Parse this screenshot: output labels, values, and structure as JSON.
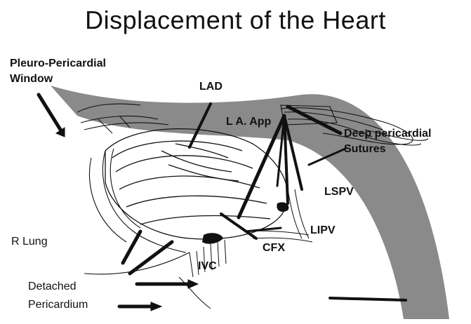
{
  "title": "Displacement of the Heart",
  "labels": {
    "pleuro_line1": "Pleuro-Pericardial",
    "pleuro_line2": "Window",
    "lad": "LAD",
    "la_app": "L A. App",
    "deep_line1": "Deep pericardial",
    "deep_line2": "Sutures",
    "lspv": "LSPV",
    "lipv": "LIPV",
    "r_lung": "R Lung",
    "cfx": "CFX",
    "ivc": "IVC",
    "detached_line1": "Detached",
    "detached_line2": "Pericardium"
  },
  "colors": {
    "band": "#8a8a8a",
    "ink": "#111111",
    "background": "#ffffff"
  }
}
